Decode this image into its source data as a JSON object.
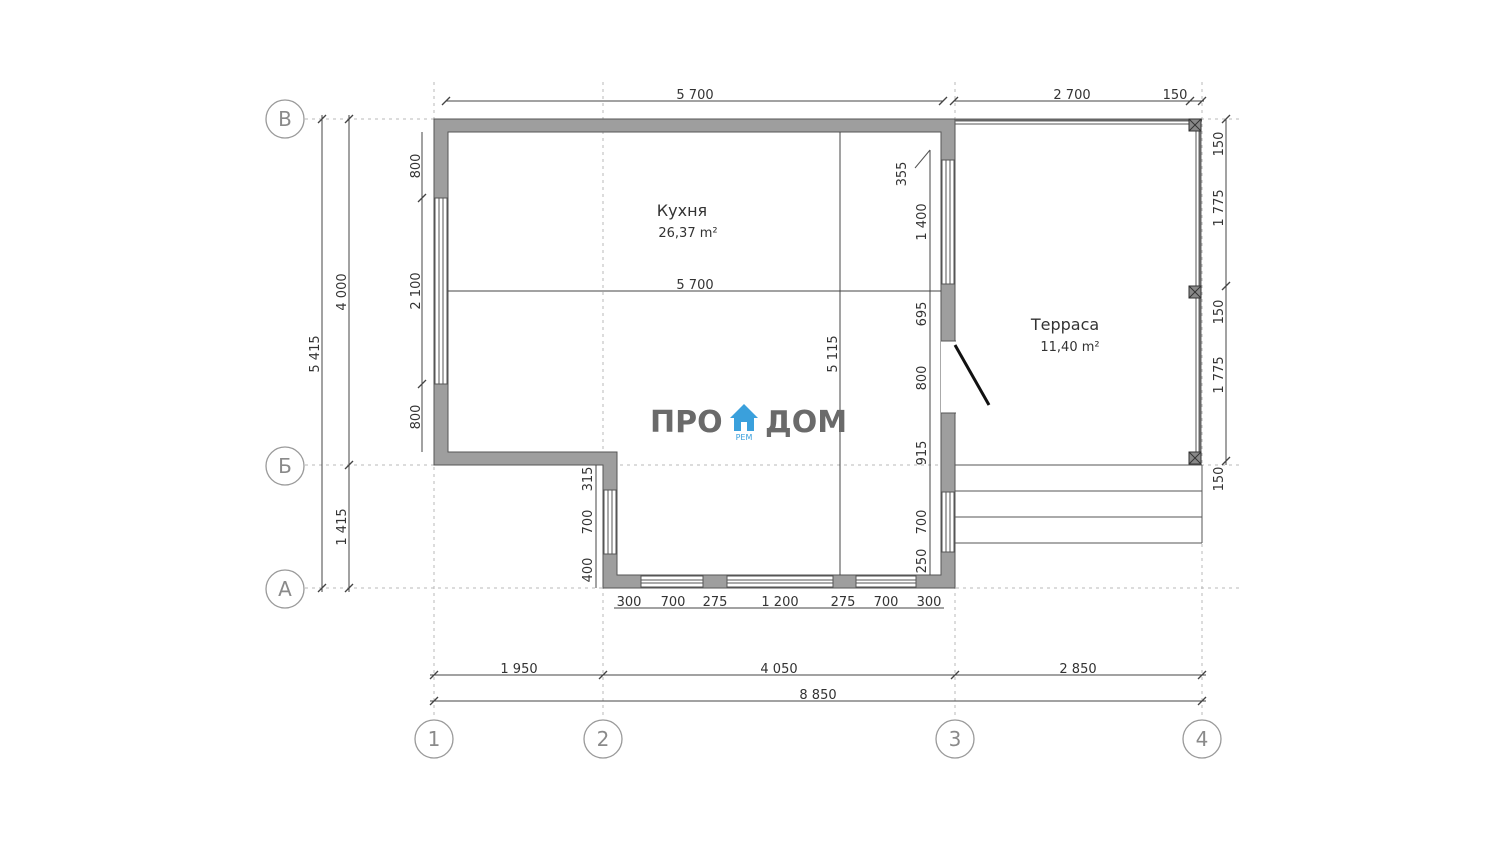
{
  "rooms": {
    "kitchen": {
      "name": "Кухня",
      "area": "26,37 m²"
    },
    "terrace": {
      "name": "Терраса",
      "area": "11,40 m²"
    }
  },
  "logo": {
    "left": "ПРО",
    "right": "ДОМ",
    "sub": "РЕМ",
    "accent_color": "#3aa0dc"
  },
  "axes": {
    "rows": [
      "В",
      "Б",
      "А"
    ],
    "cols": [
      "1",
      "2",
      "3",
      "4"
    ]
  },
  "dims": {
    "top_main": "5 700",
    "top_terrace": "2 700",
    "top_edge": "150",
    "inner_horizontal": "5 700",
    "inner_vertical": "5 115",
    "left_total": "5 415",
    "left_upper": "4 000",
    "left_lower": "1 415",
    "left_wall_top": "800",
    "left_wall_window": "2 100",
    "left_wall_bottom": "800",
    "east_355": "355",
    "east_1400": "1 400",
    "east_695": "695",
    "east_door": "800",
    "east_915": "915",
    "east_700": "700",
    "east_250": "250",
    "bay_315": "315",
    "bay_700": "700",
    "bay_400": "400",
    "bottom_300a": "300",
    "bottom_700a": "700",
    "bottom_275a": "275",
    "bottom_1200": "1 200",
    "bottom_275b": "275",
    "bottom_700b": "700",
    "bottom_300b": "300",
    "right_150a": "150",
    "right_1775a": "1 775",
    "right_150b": "150",
    "right_1775b": "1 775",
    "right_150c": "150",
    "axis_1950": "1 950",
    "axis_4050": "4 050",
    "axis_2850": "2 850",
    "axis_total": "8 850"
  }
}
